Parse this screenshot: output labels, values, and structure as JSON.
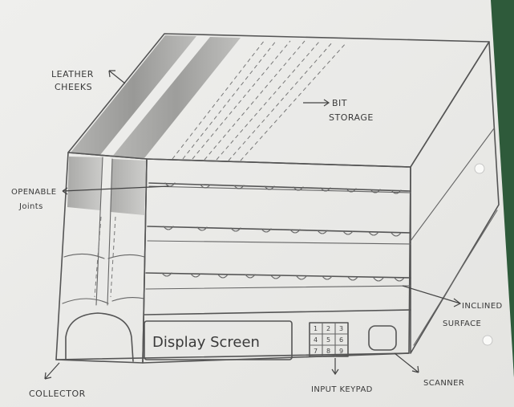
{
  "labels": {
    "leather_cheeks_1": "LEATHER",
    "leather_cheeks_2": "CHEEKS",
    "bit_storage_1": "BIT",
    "bit_storage_2": "STORAGE",
    "openable_joints_1": "OPENABLE",
    "openable_joints_2": "Joints",
    "inclined_surface_1": "INCLINED",
    "inclined_surface_2": "SURFACE",
    "collector": "COLLECTOR",
    "input_keypad": "INPUT KEYPAD",
    "scanner": "SCANNER",
    "display_screen": "Display Screen"
  },
  "keypad": {
    "keys": [
      "1",
      "2",
      "3",
      "4",
      "5",
      "6",
      "7",
      "8",
      "9"
    ]
  },
  "colors": {
    "paper": "#ececea",
    "pencil": "#555555",
    "shade": "#8c8c8c",
    "background": "#2f5d3a"
  }
}
